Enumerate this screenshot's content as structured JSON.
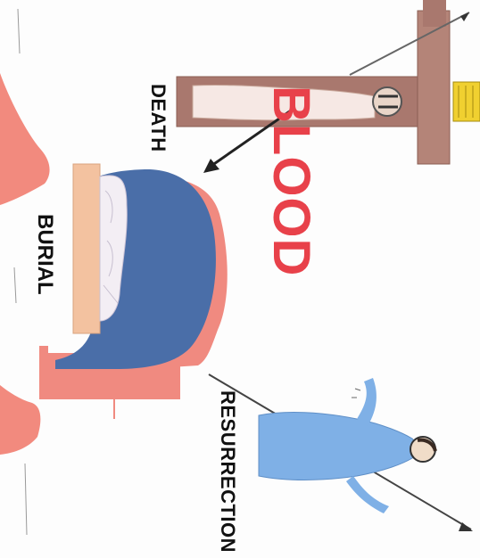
{
  "labels": {
    "blood": "BLOOD",
    "death": "DEATH",
    "burial": "BURIAL",
    "resurrection": "RESURRECTION"
  },
  "colors": {
    "blood_text": "#e8414a",
    "tomb_blue": "#4a6ea8",
    "tomb_outline": "#f08a80",
    "stone": "#f3c2a0",
    "cloth": "#f3eef4",
    "figure_blue": "#7fb0e6",
    "cross_wood": "#a9786e",
    "crown": "#f0d030",
    "hill": "#f28a7e"
  },
  "icons": {
    "cross": "crucifix-icon",
    "tomb": "empty-tomb-icon",
    "risen": "risen-figure-icon"
  }
}
